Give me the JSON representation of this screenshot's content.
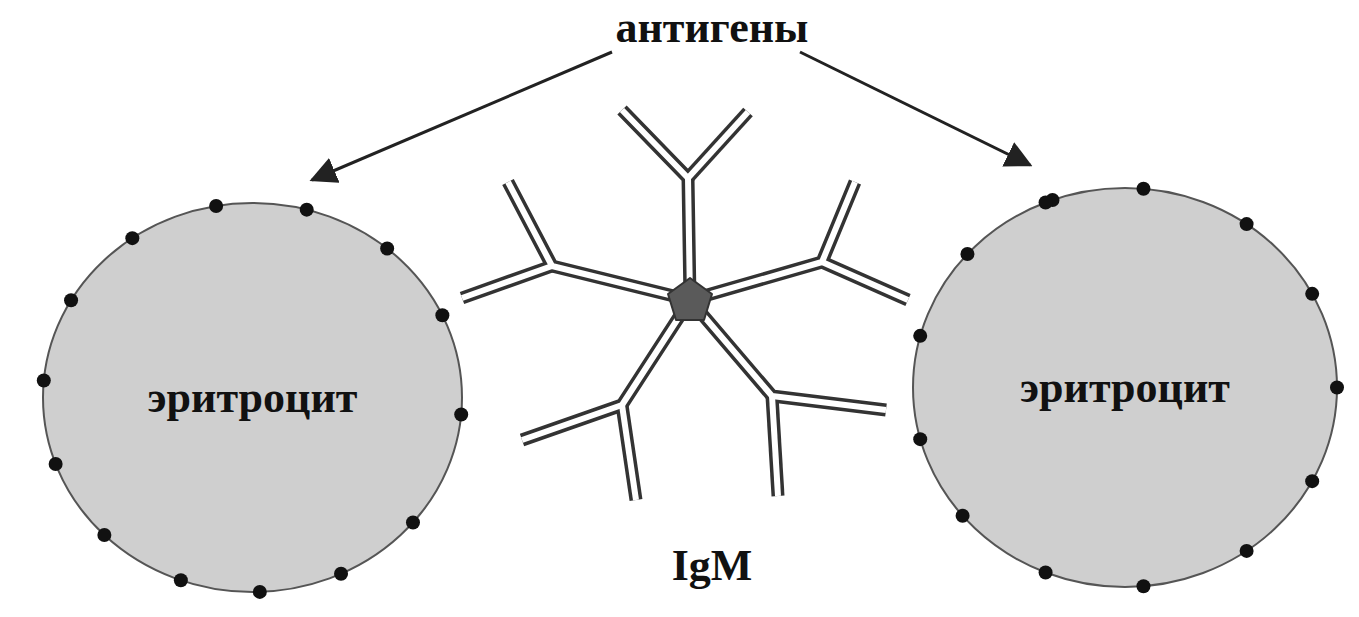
{
  "diagram": {
    "nodes": [
      {
        "text": [
          "эритроцит"
        ]
      },
      {
        "text": [
          "эритроцит"
        ]
      }
    ],
    "labels": [
      "антигены",
      "IgM"
    ]
  }
}
